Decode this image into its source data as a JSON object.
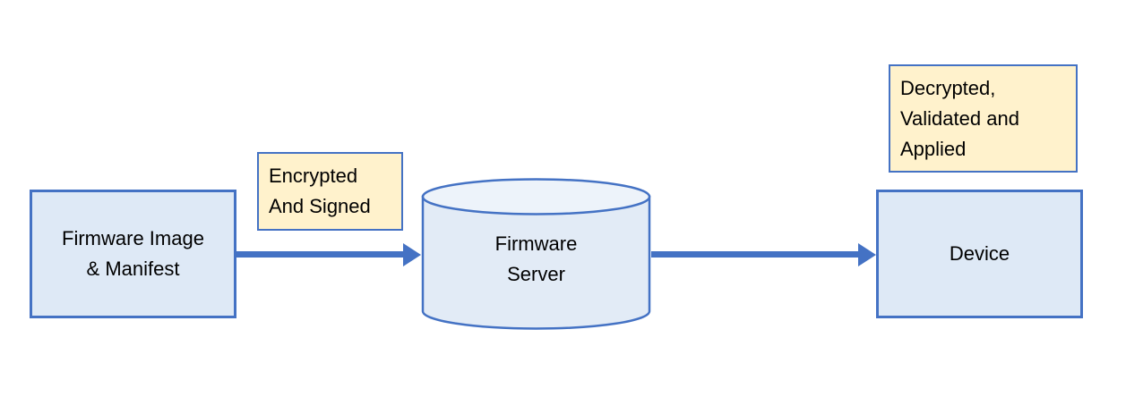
{
  "colors": {
    "accent": "#4472C4",
    "node_fill": "#DEE9F6",
    "note_fill": "#FFF2CC",
    "cylinder_body_fill": "#E2EBF6",
    "cylinder_cap_fill": "#EDF3FA",
    "text": "#000000",
    "background": "#FFFFFF"
  },
  "nodes": {
    "source": {
      "line1": "Firmware Image",
      "line2": "& Manifest"
    },
    "server": {
      "line1": "Firmware",
      "line2": "Server"
    },
    "device": {
      "label": "Device"
    }
  },
  "notes": {
    "encrypted": {
      "line1": "Encrypted",
      "line2": "And Signed"
    },
    "decrypted": {
      "line1": "Decrypted,",
      "line2": "Validated and",
      "line3": "Applied"
    }
  }
}
